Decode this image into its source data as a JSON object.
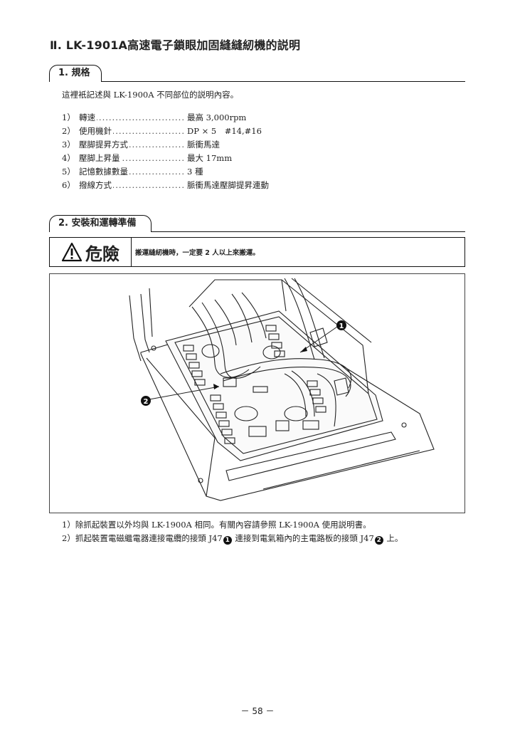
{
  "chapter": {
    "title": "Ⅱ. LK-1901A高速電子鎖眼加固縫縫紉機的説明"
  },
  "sections": {
    "spec": {
      "heading": "1. 規格",
      "intro": "這裡衹記述與 LK-1900A 不同部位的説明內容。",
      "items": [
        {
          "num": "1）",
          "name": "轉速",
          "value": "最高 3,000rpm"
        },
        {
          "num": "2）",
          "name": "使用機針",
          "value": "DP × 5　#14,#16"
        },
        {
          "num": "3）",
          "name": "壓脚提昇方式",
          "value": "脈衝馬達"
        },
        {
          "num": "4）",
          "name": "壓脚上昇量",
          "value": "最大 17mm"
        },
        {
          "num": "5）",
          "name": "記憶數據數量",
          "value": "3 種"
        },
        {
          "num": "6）",
          "name": "撥線方式",
          "value": "脈衝馬達壓脚提昇連動"
        }
      ]
    },
    "install": {
      "heading": "2. 安裝和運轉準備",
      "danger_label": "危險",
      "danger_text": "搬運縫紉機時，一定要 2 人以上來搬運。",
      "callouts": [
        "1",
        "2"
      ],
      "notes": {
        "n1": "1）除抓起裝置以外均與 LK-1900A 相同。有關內容請參照 LK-1900A 使用説明書。",
        "n2_a": "2）抓起裝置電磁繼電器連接電纜的接頭 J47",
        "n2_b": " 連接到電氣箱內的主電路板的接頭 J47",
        "n2_c": " 上。"
      }
    }
  },
  "page": {
    "number": "－ 58 －"
  }
}
